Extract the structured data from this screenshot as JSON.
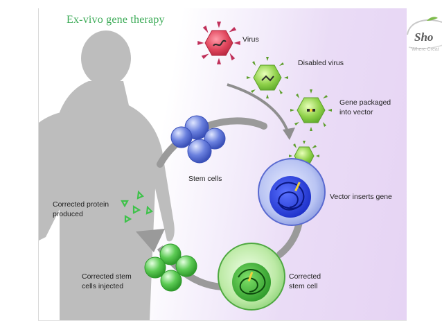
{
  "title": "Ex-vivo gene therapy",
  "logo": {
    "wordmark": "Sho",
    "tagline": "Where Creat"
  },
  "labels": {
    "virus": "Virus",
    "disabled_virus": "Disabled virus",
    "gene_packaged_1": "Gene packaged",
    "gene_packaged_2": "into vector",
    "stem_cells": "Stem cells",
    "vector_inserts": "Vector inserts gene",
    "corrected_protein_1": "Corrected protein",
    "corrected_protein_2": "produced",
    "corrected_injected_1": "Corrected stem",
    "corrected_injected_2": "cells injected",
    "corrected_cell_1": "Corrected",
    "corrected_cell_2": "stem cell"
  },
  "colors": {
    "title": "#3aaa55",
    "virus": "#e0455c",
    "vector": "#8fd14a",
    "stem_cell": "#5a72d6",
    "corrected": "#5ccb54",
    "arrow": "#9a9a9a",
    "silhouette": "#bdbdbd"
  }
}
